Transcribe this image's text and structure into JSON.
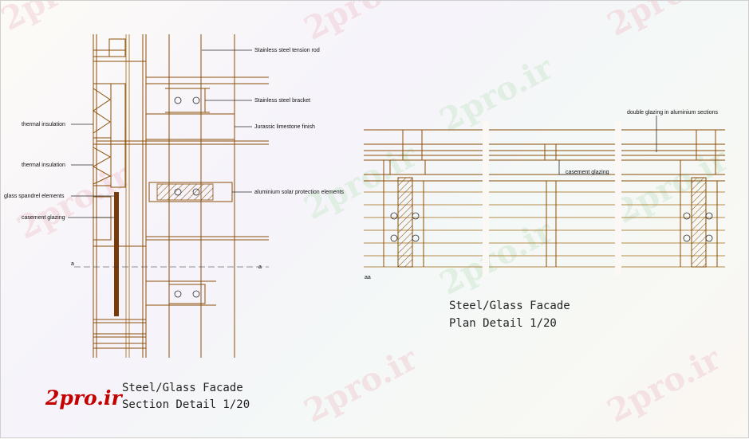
{
  "watermark": {
    "text": "2pro.ir"
  },
  "logo": {
    "text": "2pro.ir"
  },
  "section": {
    "title_line1": "Steel/Glass Facade",
    "title_line2": "Section Detail 1/20",
    "labels": {
      "tension_rod": "Stainless steel tension rod",
      "bracket": "Stainless steel bracket",
      "limestone": "Jurassic limestone finish",
      "thermal1": "thermal insulation",
      "thermal2": "thermal insulation",
      "solar": "aluminium solar protection elements",
      "spandrel": "glass spandrel elements",
      "casement": "casement glazing",
      "cut_left": "a",
      "cut_right": "a"
    }
  },
  "plan": {
    "title_line1": "Steel/Glass Facade",
    "title_line2": "Plan Detail 1/20",
    "labels": {
      "double_glazing": "double glazing in aluminium sections",
      "casement": "casement glazing",
      "scale_mark": "aa"
    }
  },
  "colors": {
    "line": "#8a4e08",
    "text": "#111111",
    "logo": "#c40000"
  }
}
